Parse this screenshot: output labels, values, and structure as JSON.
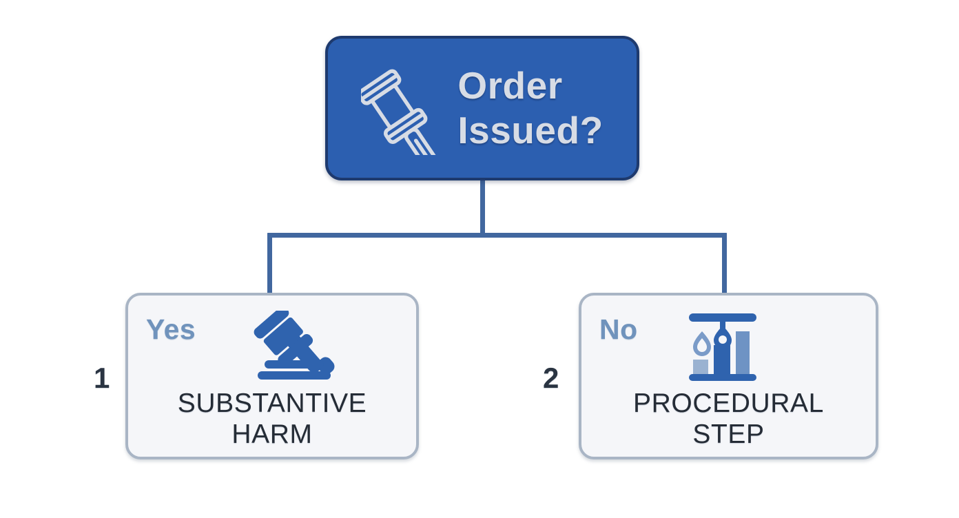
{
  "diagram": {
    "type": "decision-tree",
    "colors": {
      "root_fill": "#2C5FB0",
      "root_border": "#1E3A6E",
      "root_text": "#D7DCE5",
      "card_fill": "#F5F6F9",
      "card_border": "#A9B5C5",
      "card_text": "#252C36",
      "branch_label": "#7093BC",
      "connector": "#41679F",
      "index_number": "#2A3442",
      "icon_blue": "#2F63AE",
      "icon_light": "#D7DCE5"
    },
    "root": {
      "label": "Order\nIssued?",
      "icon": "gavel-icon"
    },
    "branches": [
      {
        "index": "1",
        "answer": "Yes",
        "title": "SUBSTANTIVE\nHARM",
        "icon": "gavel-icon"
      },
      {
        "index": "2",
        "answer": "No",
        "title": "PROCEDURAL\nSTEP",
        "icon": "balance-scale-chart-icon"
      }
    ]
  }
}
